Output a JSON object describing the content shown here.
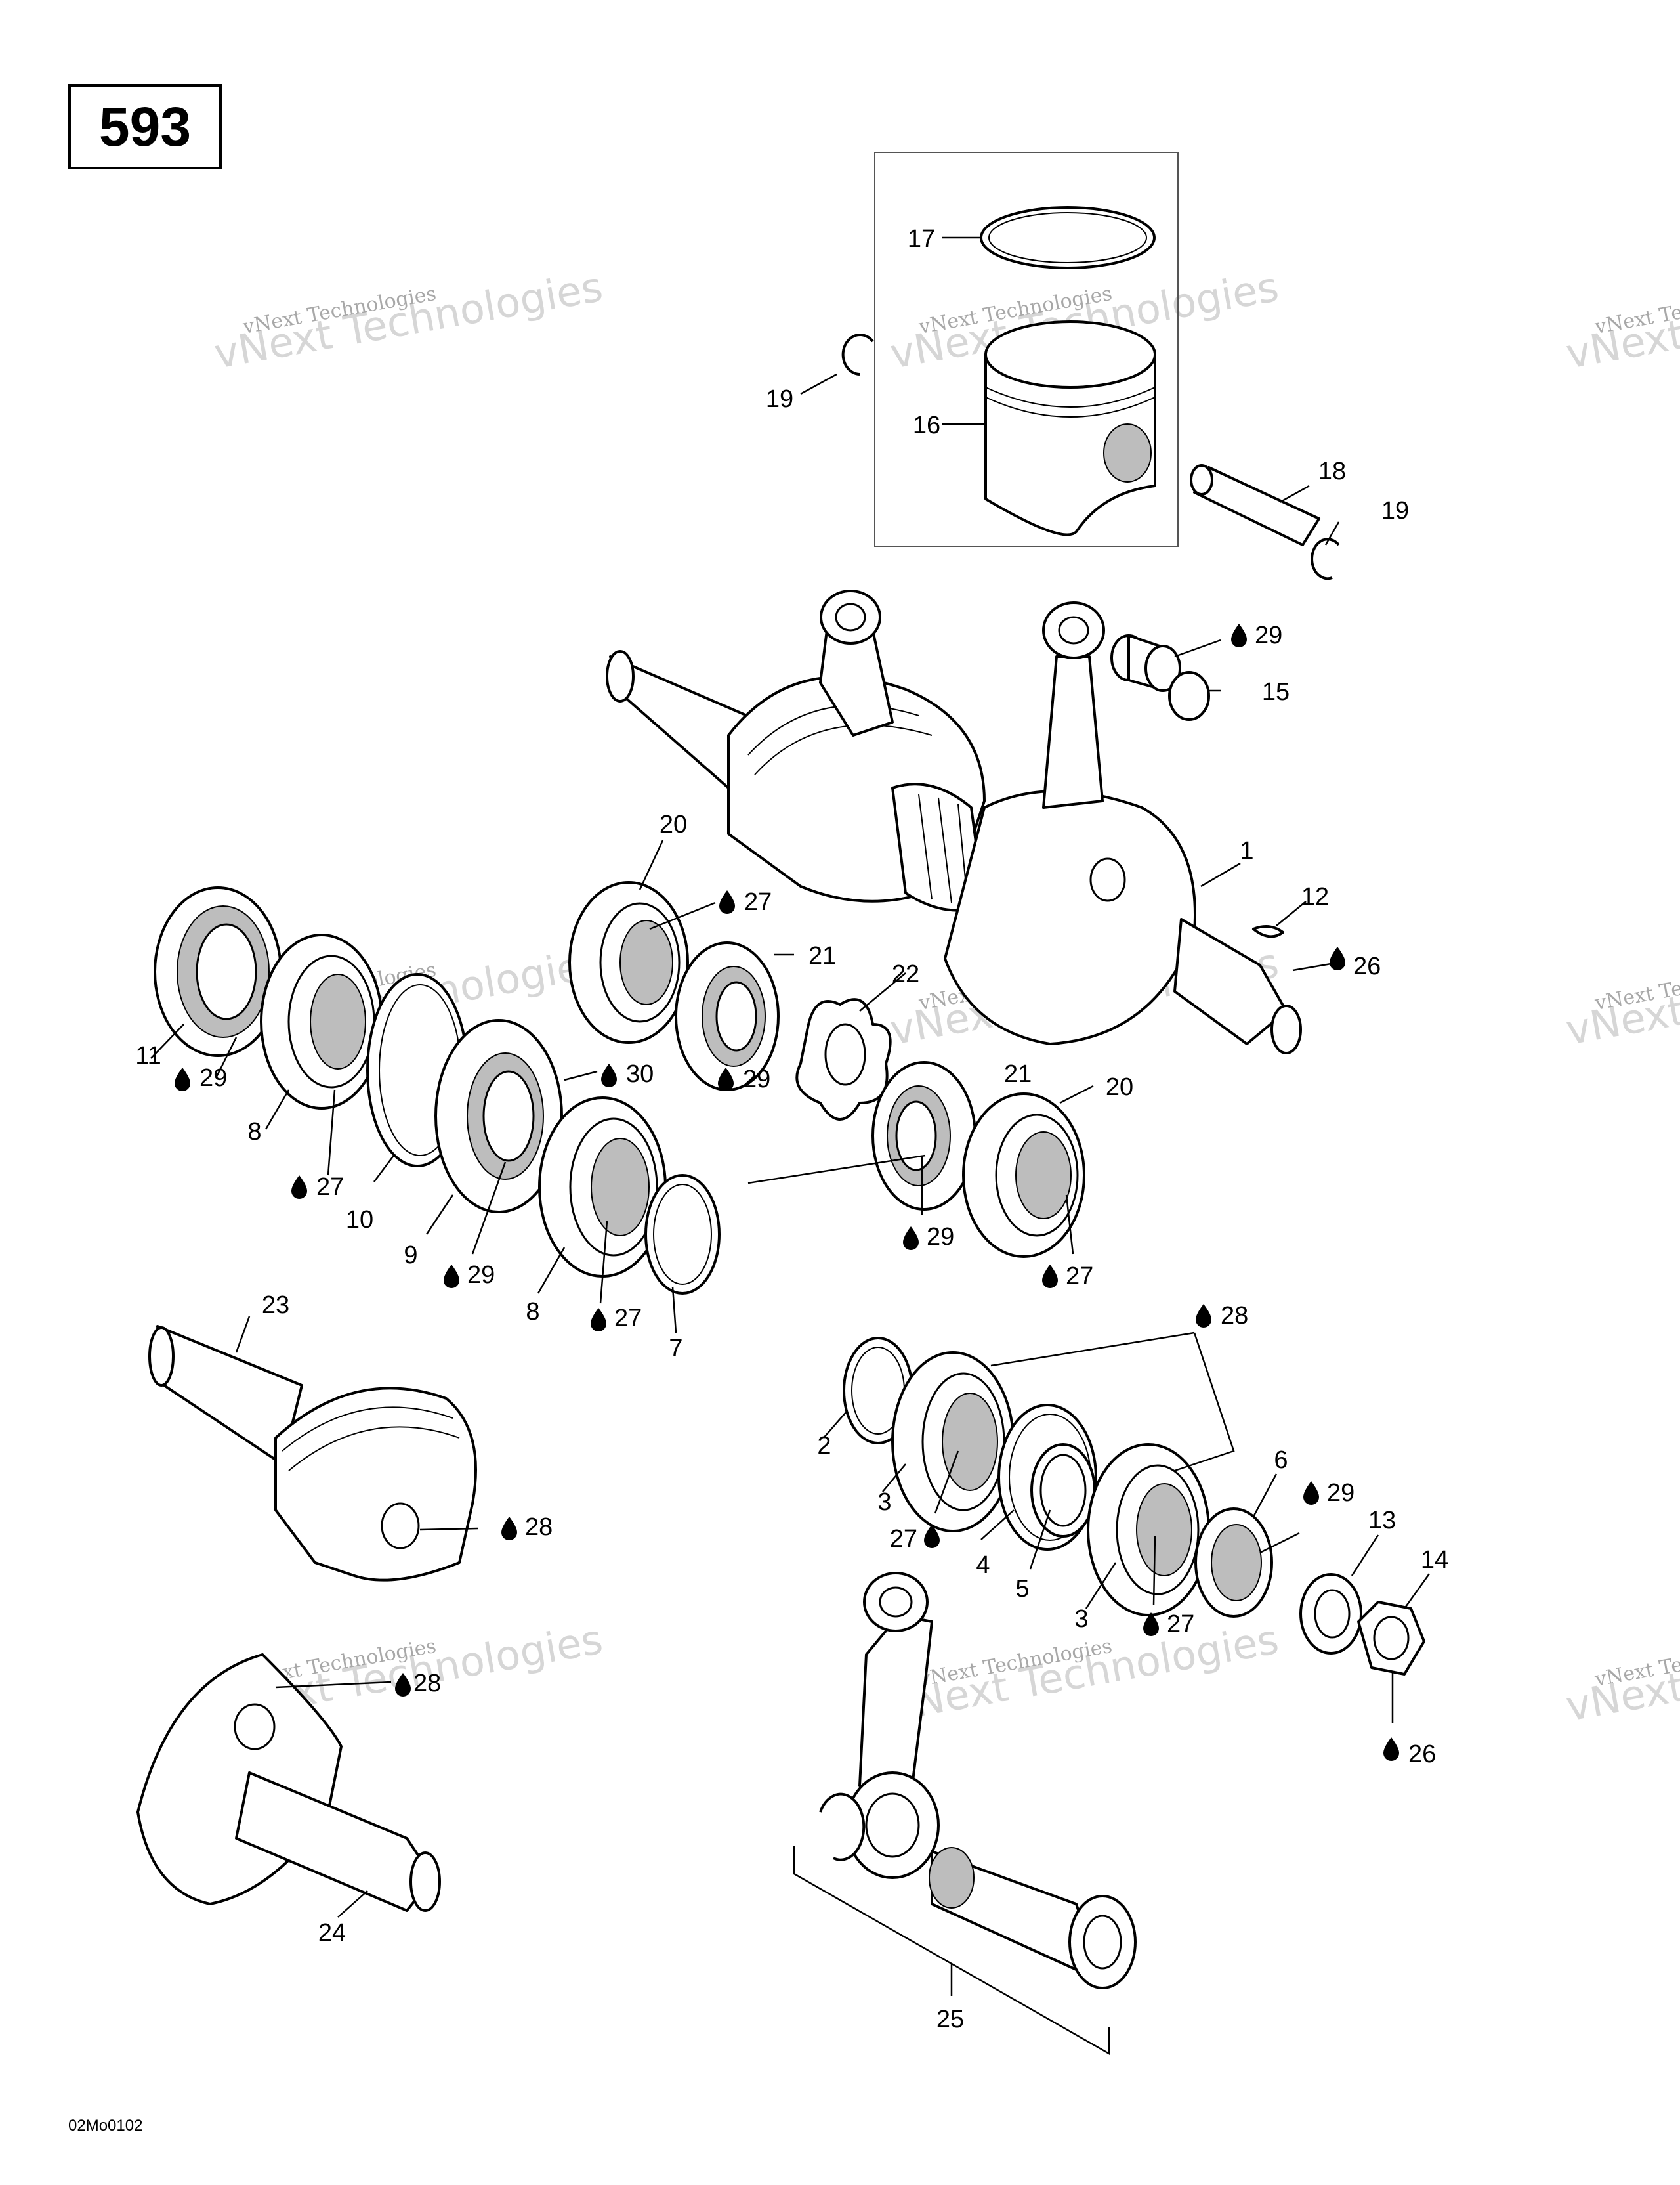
{
  "diagram": {
    "page_number": "593",
    "drawing_code": "02Mo0102",
    "watermarks": [
      {
        "line1": "vNext Technologies",
        "line2": "vNext\nTechnologies"
      }
    ],
    "callouts": [
      {
        "id": "c17",
        "text": "17",
        "oil": false
      },
      {
        "id": "c19a",
        "text": "19",
        "oil": false
      },
      {
        "id": "c16",
        "text": "16",
        "oil": false
      },
      {
        "id": "c18",
        "text": "18",
        "oil": false
      },
      {
        "id": "c19b",
        "text": "19",
        "oil": false
      },
      {
        "id": "c29a",
        "text": "29",
        "oil": true
      },
      {
        "id": "c15",
        "text": "15",
        "oil": false
      },
      {
        "id": "c1",
        "text": "1",
        "oil": false
      },
      {
        "id": "c20a",
        "text": "20",
        "oil": false
      },
      {
        "id": "c27a",
        "text": "27",
        "oil": true
      },
      {
        "id": "c21a",
        "text": "21",
        "oil": false
      },
      {
        "id": "c12",
        "text": "12",
        "oil": false
      },
      {
        "id": "c26a",
        "text": "26",
        "oil": true
      },
      {
        "id": "c22",
        "text": "22",
        "oil": false
      },
      {
        "id": "c30",
        "text": "30",
        "oil": true
      },
      {
        "id": "c11",
        "text": "11",
        "oil": false
      },
      {
        "id": "c29b",
        "text": "29",
        "oil": true
      },
      {
        "id": "c8a",
        "text": "8",
        "oil": false
      },
      {
        "id": "c27b",
        "text": "27",
        "oil": true
      },
      {
        "id": "c10",
        "text": "10",
        "oil": false
      },
      {
        "id": "c9",
        "text": "9",
        "oil": false
      },
      {
        "id": "c29c",
        "text": "29",
        "oil": true
      },
      {
        "id": "c8b",
        "text": "8",
        "oil": false
      },
      {
        "id": "c27c",
        "text": "27",
        "oil": true
      },
      {
        "id": "c7",
        "text": "7",
        "oil": false
      },
      {
        "id": "c29d",
        "text": "29",
        "oil": true
      },
      {
        "id": "c21b",
        "text": "21",
        "oil": false
      },
      {
        "id": "c20b",
        "text": "20",
        "oil": false
      },
      {
        "id": "c29e",
        "text": "29",
        "oil": true
      },
      {
        "id": "c27d",
        "text": "27",
        "oil": true
      },
      {
        "id": "c23",
        "text": "23",
        "oil": false
      },
      {
        "id": "c28a",
        "text": "28",
        "oil": true
      },
      {
        "id": "c28b",
        "text": "28",
        "oil": true
      },
      {
        "id": "c2",
        "text": "2",
        "oil": false
      },
      {
        "id": "c3a",
        "text": "3",
        "oil": false
      },
      {
        "id": "c27e",
        "text": "27",
        "oil": true
      },
      {
        "id": "c4",
        "text": "4",
        "oil": false
      },
      {
        "id": "c5",
        "text": "5",
        "oil": false
      },
      {
        "id": "c3b",
        "text": "3",
        "oil": false
      },
      {
        "id": "c27f",
        "text": "27",
        "oil": true
      },
      {
        "id": "c6",
        "text": "6",
        "oil": false
      },
      {
        "id": "c29f",
        "text": "29",
        "oil": true
      },
      {
        "id": "c13",
        "text": "13",
        "oil": false
      },
      {
        "id": "c14",
        "text": "14",
        "oil": false
      },
      {
        "id": "c26b",
        "text": "26",
        "oil": true
      },
      {
        "id": "c28c",
        "text": "28",
        "oil": true
      },
      {
        "id": "c24",
        "text": "24",
        "oil": false
      },
      {
        "id": "c25",
        "text": "25",
        "oil": false
      }
    ]
  }
}
